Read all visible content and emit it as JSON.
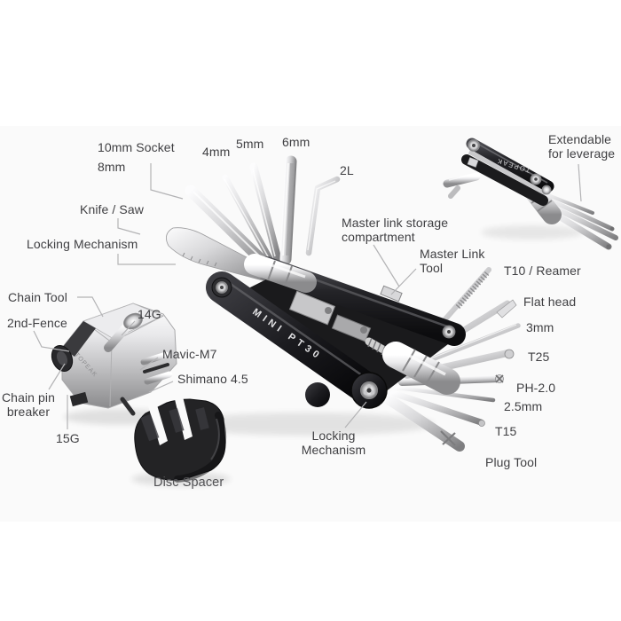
{
  "markings": {
    "main_tool": "MINI PT30",
    "folded_tool": "TOPEAK",
    "chain_tool": "TOPEAK"
  },
  "labels": [
    {
      "id": "socket-10mm-8mm",
      "lines": [
        "10mm Socket",
        "8mm"
      ]
    },
    {
      "id": "hex-4mm",
      "lines": [
        "4mm"
      ]
    },
    {
      "id": "hex-5mm",
      "lines": [
        "5mm"
      ]
    },
    {
      "id": "hex-6mm",
      "lines": [
        "6mm"
      ]
    },
    {
      "id": "hex-2l",
      "lines": [
        "2L"
      ]
    },
    {
      "id": "knife-saw",
      "lines": [
        "Knife / Saw"
      ]
    },
    {
      "id": "locking-mechanism-top",
      "lines": [
        "Locking Mechanism"
      ]
    },
    {
      "id": "master-link-storage",
      "lines": [
        "Master link storage",
        "compartment"
      ]
    },
    {
      "id": "master-link-tool",
      "lines": [
        "Master Link",
        "Tool"
      ]
    },
    {
      "id": "t10-reamer",
      "lines": [
        "T10 / Reamer"
      ]
    },
    {
      "id": "flat-head",
      "lines": [
        "Flat head"
      ]
    },
    {
      "id": "hex-3mm",
      "lines": [
        "3mm"
      ]
    },
    {
      "id": "t25",
      "lines": [
        "T25"
      ]
    },
    {
      "id": "ph-2-0",
      "lines": [
        "PH-2.0"
      ]
    },
    {
      "id": "hex-2-5mm",
      "lines": [
        "2.5mm"
      ]
    },
    {
      "id": "t15",
      "lines": [
        "T15"
      ]
    },
    {
      "id": "plug-tool",
      "lines": [
        "Plug Tool"
      ]
    },
    {
      "id": "chain-tool",
      "lines": [
        "Chain Tool"
      ]
    },
    {
      "id": "second-fence",
      "lines": [
        "2nd-Fence"
      ]
    },
    {
      "id": "gauge-14g",
      "lines": [
        "14G"
      ]
    },
    {
      "id": "mavic-m7",
      "lines": [
        "Mavic-M7"
      ]
    },
    {
      "id": "shimano-4-5",
      "lines": [
        "Shimano 4.5"
      ]
    },
    {
      "id": "chain-pin-breaker",
      "lines": [
        "Chain pin",
        "breaker"
      ]
    },
    {
      "id": "gauge-15g",
      "lines": [
        "15G"
      ]
    },
    {
      "id": "disc-spacer",
      "lines": [
        "Disc Spacer"
      ]
    },
    {
      "id": "locking-mechanism-bottom",
      "lines": [
        "Locking",
        "Mechanism"
      ]
    },
    {
      "id": "extendable-leverage",
      "lines": [
        "Extendable",
        "for leverage"
      ]
    }
  ]
}
